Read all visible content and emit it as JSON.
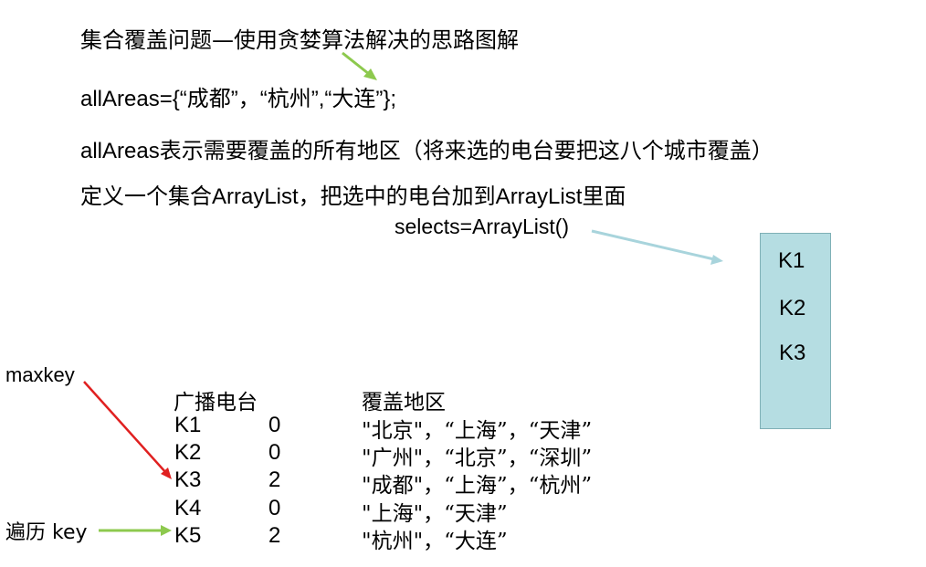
{
  "title": "集合覆盖问题—使用贪婪算法解决的思路图解",
  "all_areas_line": "allAreas={“成都”，“杭州”,“大连”};",
  "description_line": "allAreas表示需要覆盖的所有地区（将来选的电台要把这八个城市覆盖）",
  "define_line": "定义一个集合ArrayList，把选中的电台加到ArrayList里面",
  "selects_label": "selects=ArrayList()",
  "selected_items": [
    "K1",
    "K2",
    "K3"
  ],
  "maxkey_label": "maxkey",
  "traverse_label": "遍历 key",
  "table": {
    "headers": {
      "station": "广播电台",
      "areas": "覆盖地区"
    },
    "rows": [
      {
        "name": "K1",
        "count": "0",
        "areas": "\"北京\"，“上海”，“天津”"
      },
      {
        "name": "K2",
        "count": "0",
        "areas": "\"广州\"，“北京”，“深圳”"
      },
      {
        "name": "K3",
        "count": "2",
        "areas": "\"成都\"，“上海”，“杭州”"
      },
      {
        "name": "K4",
        "count": "0",
        "areas": "\"上海\"，“天津”"
      },
      {
        "name": "K5",
        "count": "2",
        "areas": "\"杭州\"，“大连”"
      }
    ]
  },
  "colors": {
    "green_arrow": "#8dc94e",
    "blue_arrow": "#a8d4dc",
    "red_arrow": "#e02020",
    "box_fill": "#b5dde2"
  }
}
